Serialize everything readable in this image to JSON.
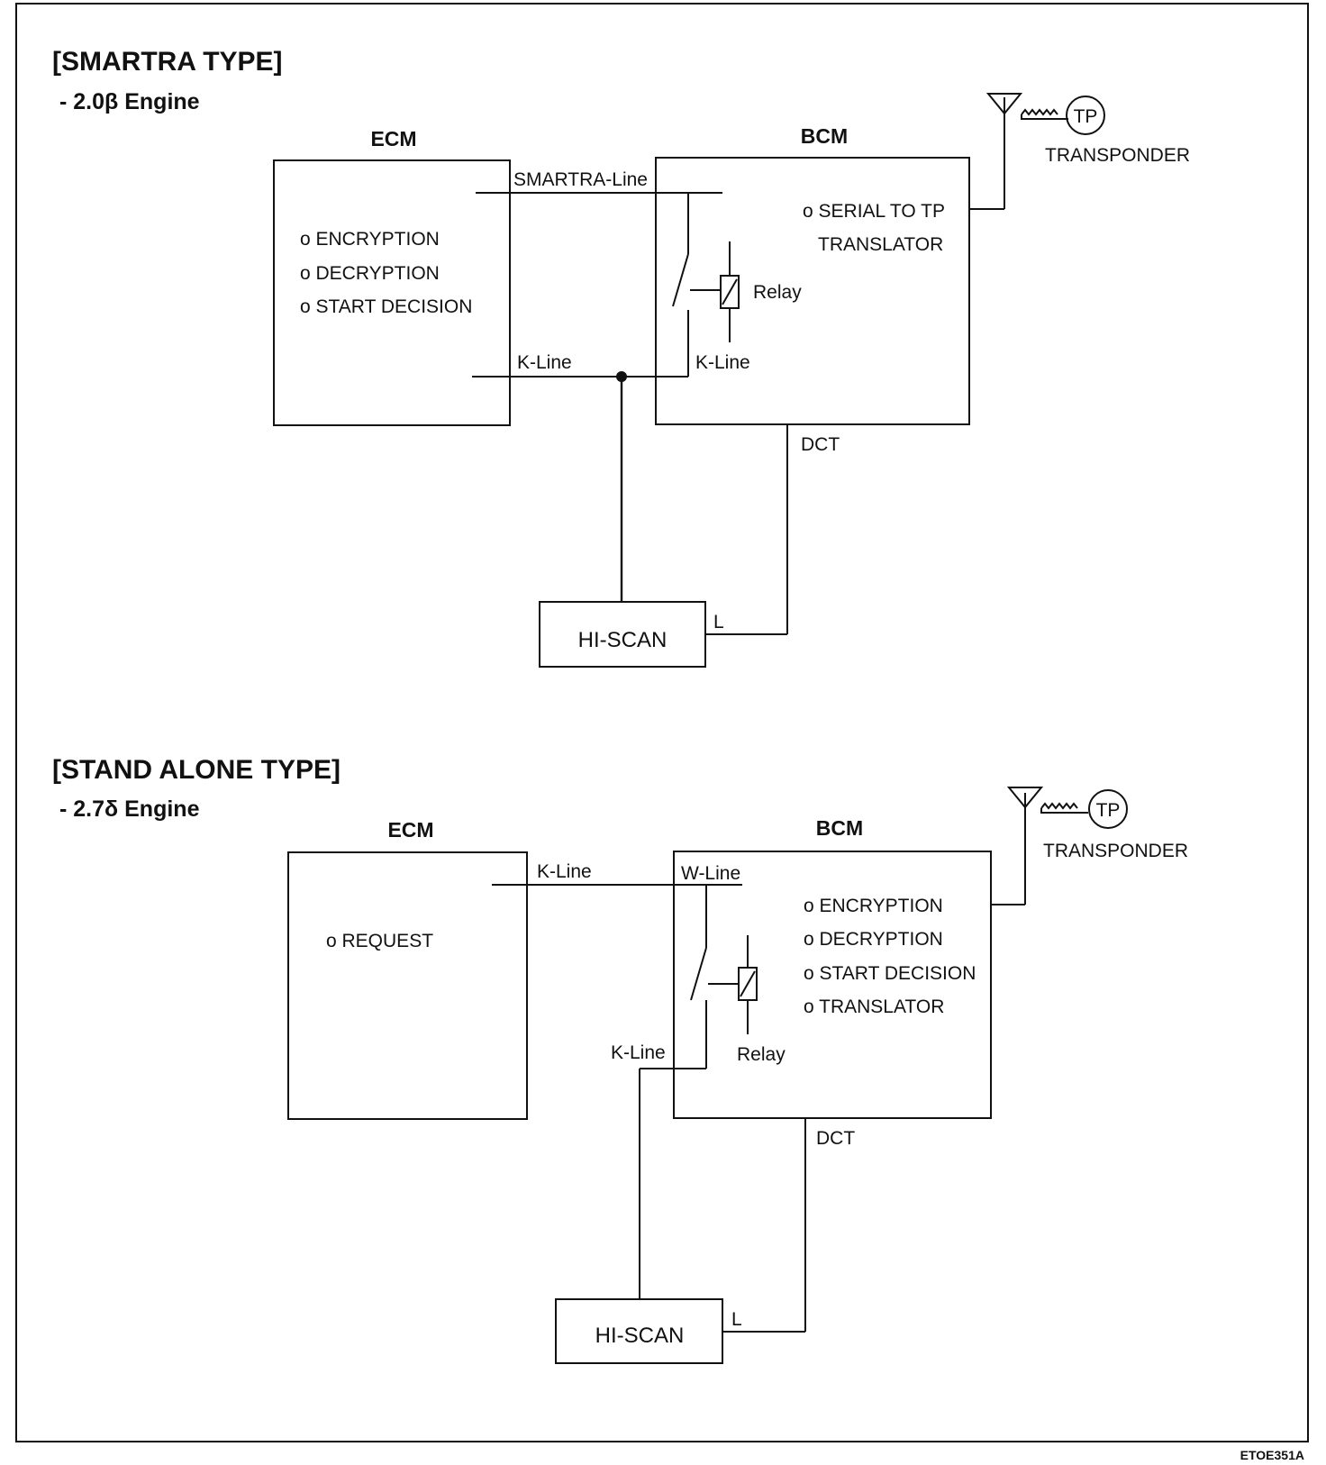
{
  "diagram_code": "ETOE351A",
  "sections": [
    {
      "title": "[SMARTRA TYPE]",
      "subtitle": "- 2.0β Engine",
      "ecm": {
        "label": "ECM",
        "functions": [
          "o ENCRYPTION",
          "o DECRYPTION",
          "o START DECISION"
        ]
      },
      "bcm": {
        "label": "BCM",
        "functions": [
          "o SERIAL TO TP",
          "TRANSLATOR"
        ]
      },
      "upper_line_label": "SMARTRA-Line",
      "ecm_kline_label": "K-Line",
      "bcm_kline_label": "K-Line",
      "relay_label": "Relay",
      "dct_label": "DCT",
      "scan_tool": "HI-SCAN",
      "scan_port": "L",
      "key_tag": "TP",
      "transponder_label": "TRANSPONDER"
    },
    {
      "title": "[STAND ALONE TYPE]",
      "subtitle": "- 2.7δ Engine",
      "ecm": {
        "label": "ECM",
        "functions": [
          "o REQUEST"
        ]
      },
      "bcm": {
        "label": "BCM",
        "functions": [
          "o ENCRYPTION",
          "o DECRYPTION",
          "o START DECISION",
          "o TRANSLATOR"
        ]
      },
      "ecm_kline_label": "K-Line",
      "wline_label": "W-Line",
      "kline_label": "K-Line",
      "relay_label": "Relay",
      "dct_label": "DCT",
      "scan_tool": "HI-SCAN",
      "scan_port": "L",
      "key_tag": "TP",
      "transponder_label": "TRANSPONDER"
    }
  ]
}
